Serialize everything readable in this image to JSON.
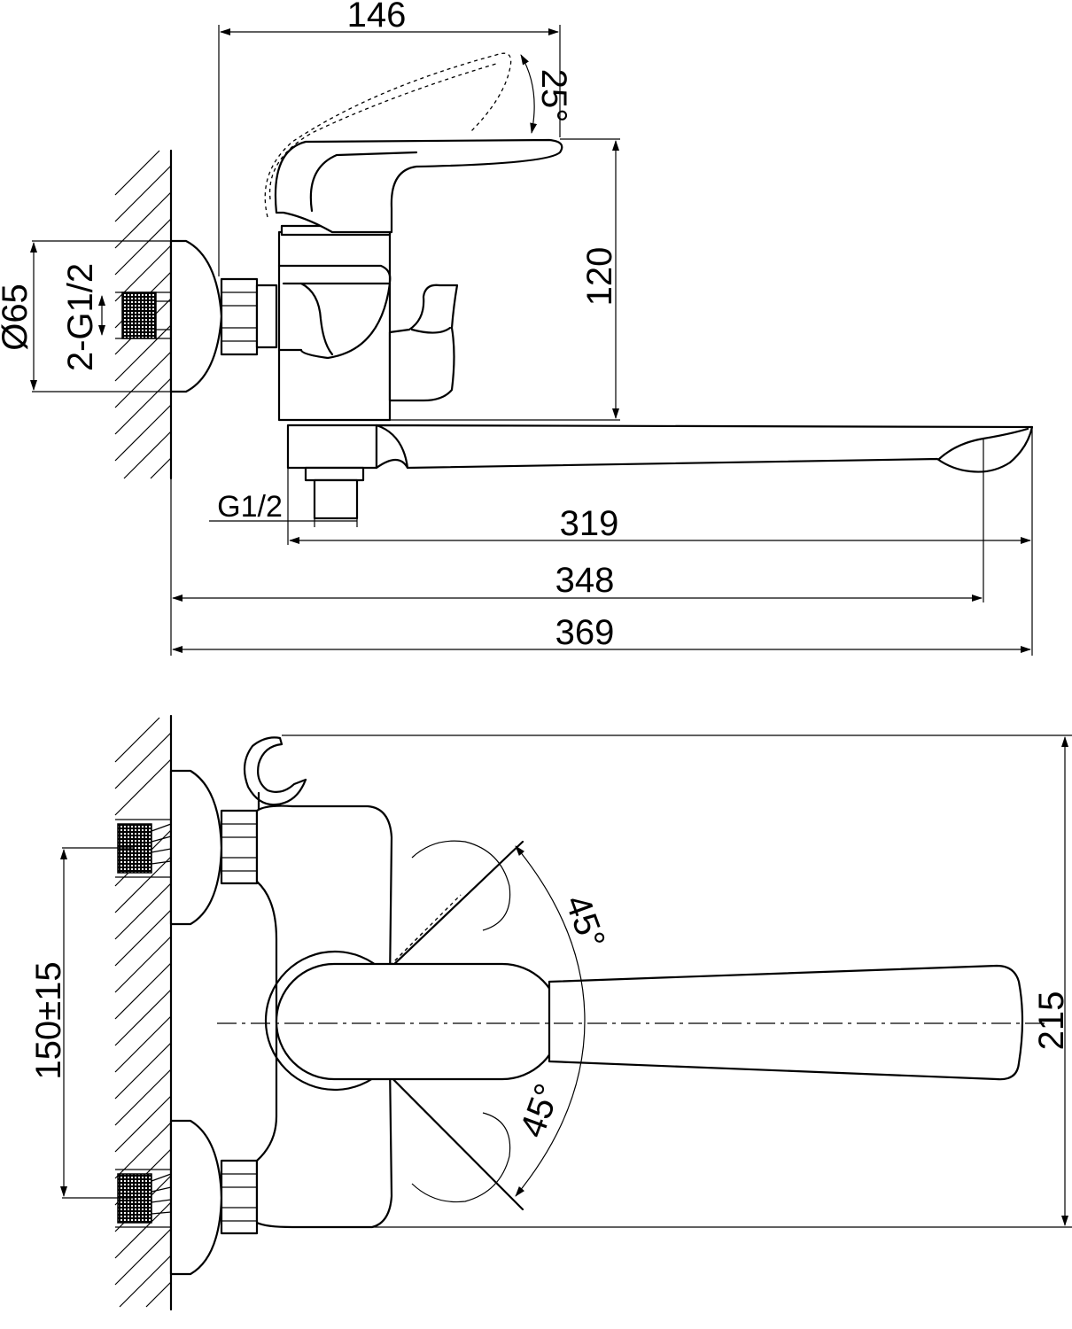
{
  "dimensions": {
    "top_width": "146",
    "lever_angle": "25°",
    "height": "120",
    "flange_diameter": "Ø65",
    "inlet_thread": "2-G1/2",
    "outlet_thread": "G1/2",
    "spout_reach": "319",
    "reach_to_outlet": "348",
    "overall_length": "369",
    "centre_distance": "150±15",
    "depth": "215",
    "swivel_angle_top": "45°",
    "swivel_angle_bottom": "45°"
  },
  "colors": {
    "line": "#000000",
    "background": "#ffffff"
  }
}
